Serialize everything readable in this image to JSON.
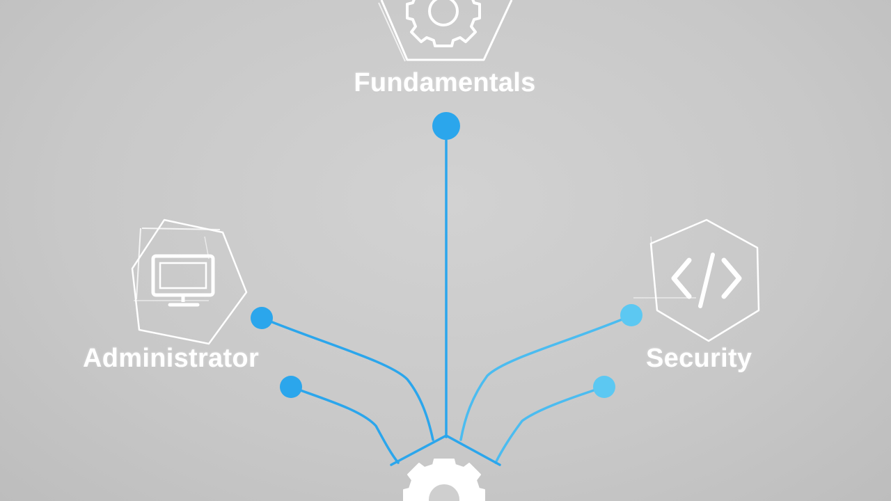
{
  "nodes": {
    "fundamentals": {
      "label": "Fundamentals",
      "icon": "gear-icon"
    },
    "administrator": {
      "label": "Administrator",
      "icon": "monitor-icon"
    },
    "security": {
      "label": "Security",
      "icon": "code-brackets-icon"
    },
    "hub": {
      "icon": "gear-icon"
    }
  },
  "colors": {
    "background": "#cccccc",
    "connector": "#2ba6ec",
    "connector_light": "#5cc8f2",
    "icon_outline": "#ffffff",
    "label_text": "#ffffff"
  }
}
